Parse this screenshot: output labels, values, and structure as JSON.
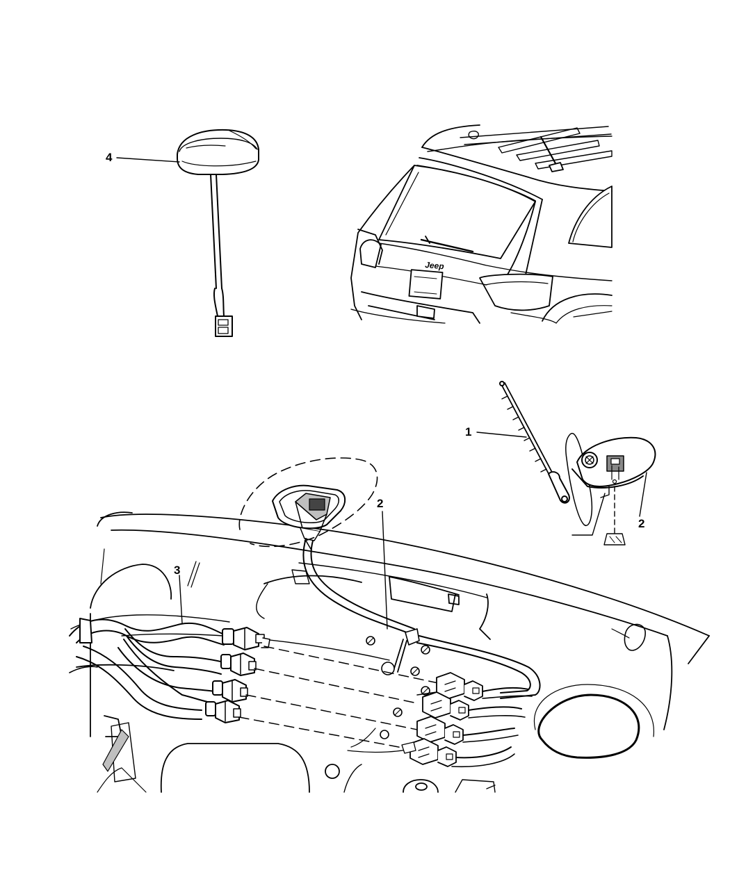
{
  "callouts": {
    "c1": "1",
    "c2a": "2",
    "c2b": "2",
    "c3": "3",
    "c4": "4"
  },
  "badge": {
    "jeep": "Jeep"
  },
  "colors": {
    "ink": "#000000",
    "fill": "#ffffff",
    "shade": "#bfbfbf"
  }
}
